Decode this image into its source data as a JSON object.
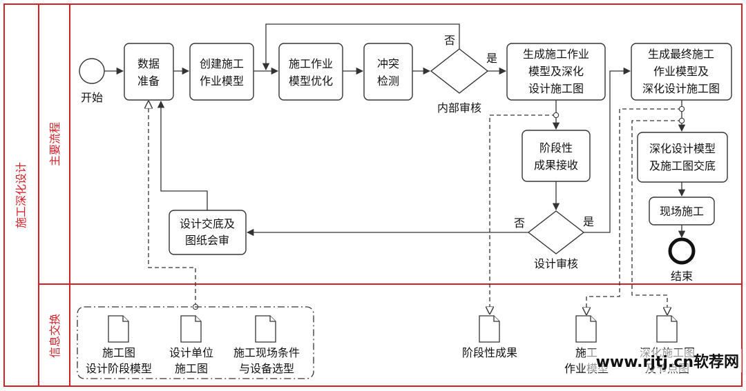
{
  "pool": {
    "title": "施工深化设计",
    "lane_main": "主要流程",
    "lane_info": "信息交换",
    "border_color": "#d32027"
  },
  "nodes": {
    "start": "开始",
    "data_prep": [
      "数据",
      "准备"
    ],
    "create_model": [
      "创建施工",
      "作业模型"
    ],
    "optimize": [
      "施工作业",
      "模型优化"
    ],
    "clash": [
      "冲突",
      "检测"
    ],
    "internal_review": "内部审核",
    "generate_model": [
      "生成施工作业",
      "模型及深化",
      "设计施工图"
    ],
    "stage_receive": [
      "阶段性",
      "成果接收"
    ],
    "design_review": "设计审核",
    "handover": [
      "设计交底及",
      "图纸会审"
    ],
    "final_model": [
      "生成最终施工",
      "作业模型及",
      "深化设计施工图"
    ],
    "model_handover": [
      "深化设计模型",
      "及施工图交底"
    ],
    "site_construction": "现场施工",
    "end": "结束"
  },
  "edge_labels": {
    "internal_no": "否",
    "internal_yes": "是",
    "design_no": "否",
    "design_yes": "是"
  },
  "info_items": {
    "doc1": [
      "施工图",
      "设计阶段模型"
    ],
    "doc2": [
      "设计单位",
      "施工图"
    ],
    "doc3": [
      "施工现场条件",
      "与设备选型"
    ],
    "stage_result": "阶段性成果",
    "work_model": [
      "施工",
      "作业模型"
    ],
    "detail_drawings": [
      "深化施工图",
      "及节点图"
    ]
  },
  "watermark": "www.rjtj.cn软荐网"
}
